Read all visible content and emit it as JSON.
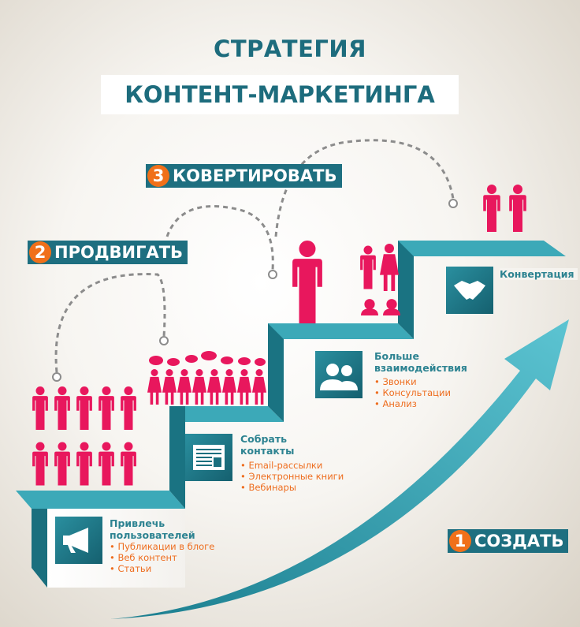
{
  "title": {
    "line1": "СТРАТЕГИЯ",
    "line2": "КОНТЕНТ-МАРКЕТИНГА"
  },
  "stages": [
    {
      "number": "1",
      "label": "СОЗДАТЬ"
    },
    {
      "number": "2",
      "label": "ПРОДВИГАТЬ"
    },
    {
      "number": "3",
      "label": "КОВЕРТИРОВАТЬ"
    }
  ],
  "steps": [
    {
      "title_lines": [
        "Привлечь",
        "пользователей"
      ],
      "icon": "megaphone-icon",
      "items": [
        "Публикации в блоге",
        "Веб контент",
        "Статьи"
      ]
    },
    {
      "title_lines": [
        "Собрать",
        "контакты"
      ],
      "icon": "newspaper-icon",
      "items": [
        "Email-рассылки",
        "Электронные книги",
        "Вебинары"
      ]
    },
    {
      "title_lines": [
        "Больше",
        "взаимодействия"
      ],
      "icon": "people-icon",
      "items": [
        "Звонки",
        "Консультации",
        "Анализ"
      ]
    },
    {
      "title_lines": [
        "Конвертация"
      ],
      "icon": "handshake-icon",
      "items": []
    }
  ],
  "colors": {
    "teal": "#1e6f80",
    "accent": "#f0701a",
    "people": "#e8175d",
    "stairs": "#2a9aac"
  }
}
